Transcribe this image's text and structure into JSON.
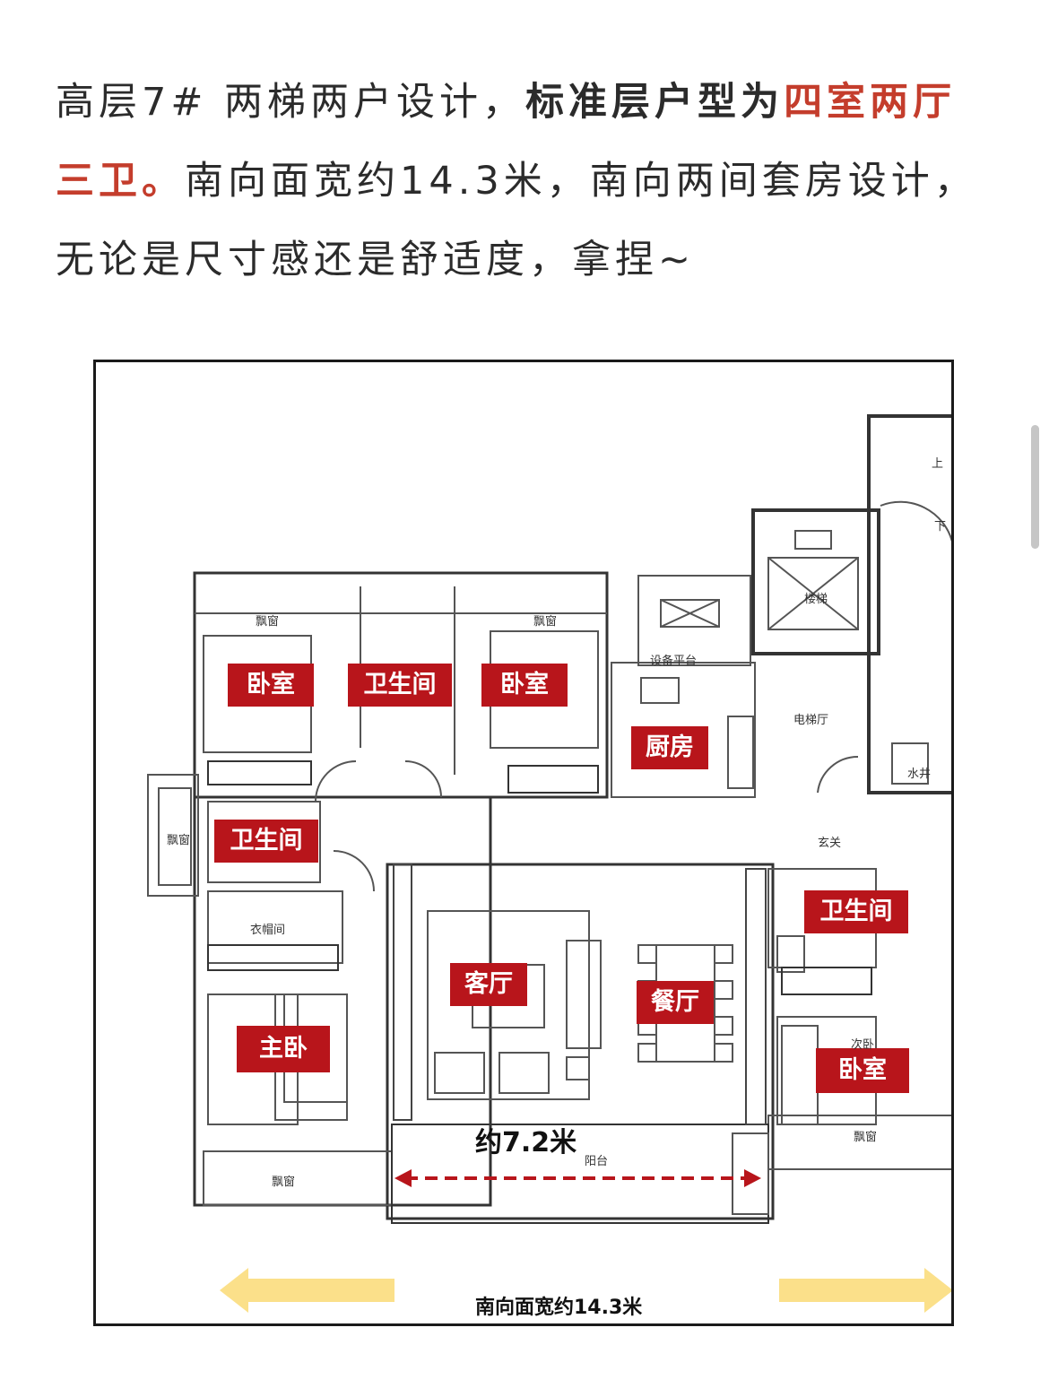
{
  "article": {
    "seg1": "高层7# 两梯两户设计，",
    "seg2": "标准层户型为",
    "seg3": "四室两厅三卫。",
    "seg4": "南向面宽约14.3米，南向两间套房设计，无论是尺寸感还是舒适度，拿捏~"
  },
  "floorplan": {
    "room_labels": {
      "bedroom_nw": "卧室",
      "bath_north": "卫生间",
      "bedroom_north": "卧室",
      "kitchen": "厨房",
      "bath_west": "卫生间",
      "living": "客厅",
      "dining": "餐厅",
      "bath_east": "卫生间",
      "master": "主卧",
      "bedroom_se": "卧室"
    },
    "plan_text": {
      "bay_window_1": "飘窗",
      "bay_window_2": "飘窗",
      "bay_window_3": "飘窗",
      "bay_window_4": "飘窗",
      "bay_window_5": "飘窗",
      "equipment_platform": "设备平台",
      "elevator_hall": "电梯厅",
      "stair": "楼梯",
      "water_well": "水井",
      "entrance": "玄关",
      "closet": "衣帽间",
      "balcony": "阳台",
      "second_bedroom": "次卧",
      "stair_up": "上",
      "stair_down": "下"
    },
    "dimension_label": "约7.2米",
    "frontage_label": "南向面宽约14.3米"
  },
  "colors": {
    "accent_red": "#c43d2c",
    "label_red": "#b8151b",
    "arrow_yellow": "#fbe08a"
  }
}
